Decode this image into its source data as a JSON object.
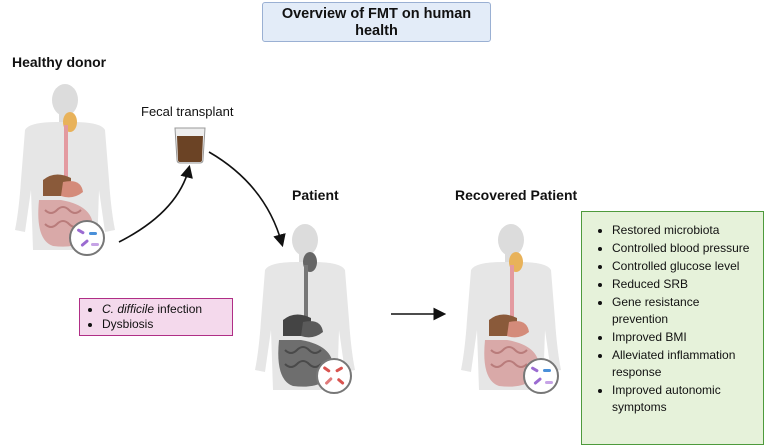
{
  "title": "Overview of FMT on human health",
  "donor_label": "Healthy donor",
  "transplant_label": "Fecal transplant",
  "patient_label": "Patient",
  "recovered_label": "Recovered Patient",
  "conditions": {
    "item1_italic": "C. difficile",
    "item1_rest": " infection",
    "item2": "Dysbiosis"
  },
  "outcomes": [
    "Restored microbiota",
    "Controlled blood pressure",
    "Controlled  glucose level",
    "Reduced SRB",
    "Gene resistance prevention",
    "Improved BMI",
    "Alleviated inflammation response",
    "Improved autonomic symptoms"
  ],
  "colors": {
    "title_bg": "#e3ecf8",
    "condition_bg": "#f4d9ec",
    "outcome_bg": "#e6f2da",
    "donor_gut": "#d9a9a8",
    "patient_gut": "#6e6e6e"
  }
}
